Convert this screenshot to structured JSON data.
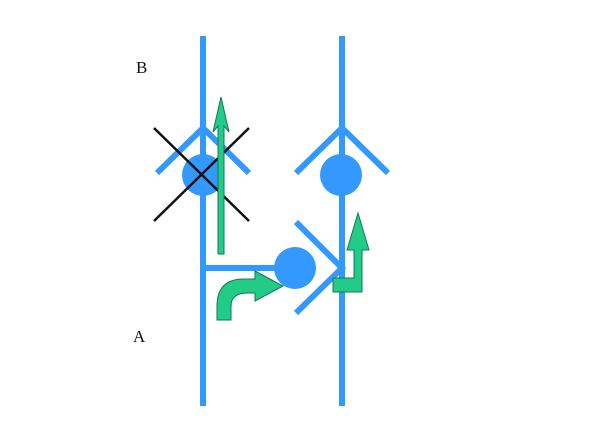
{
  "labels": {
    "top": "B",
    "bottom": "A"
  },
  "colors": {
    "line": "#3399ff",
    "node": "#3399ff",
    "arrow_fill": "#22cc88",
    "arrow_stroke": "#117755",
    "cross": "#111111",
    "background": "#ffffff"
  },
  "diagram": {
    "tracks": 2,
    "blocked_node": "left-upper-node",
    "arrows": [
      "up-arrow-blocked",
      "curved-transfer-arrow",
      "up-right-arrow"
    ]
  }
}
